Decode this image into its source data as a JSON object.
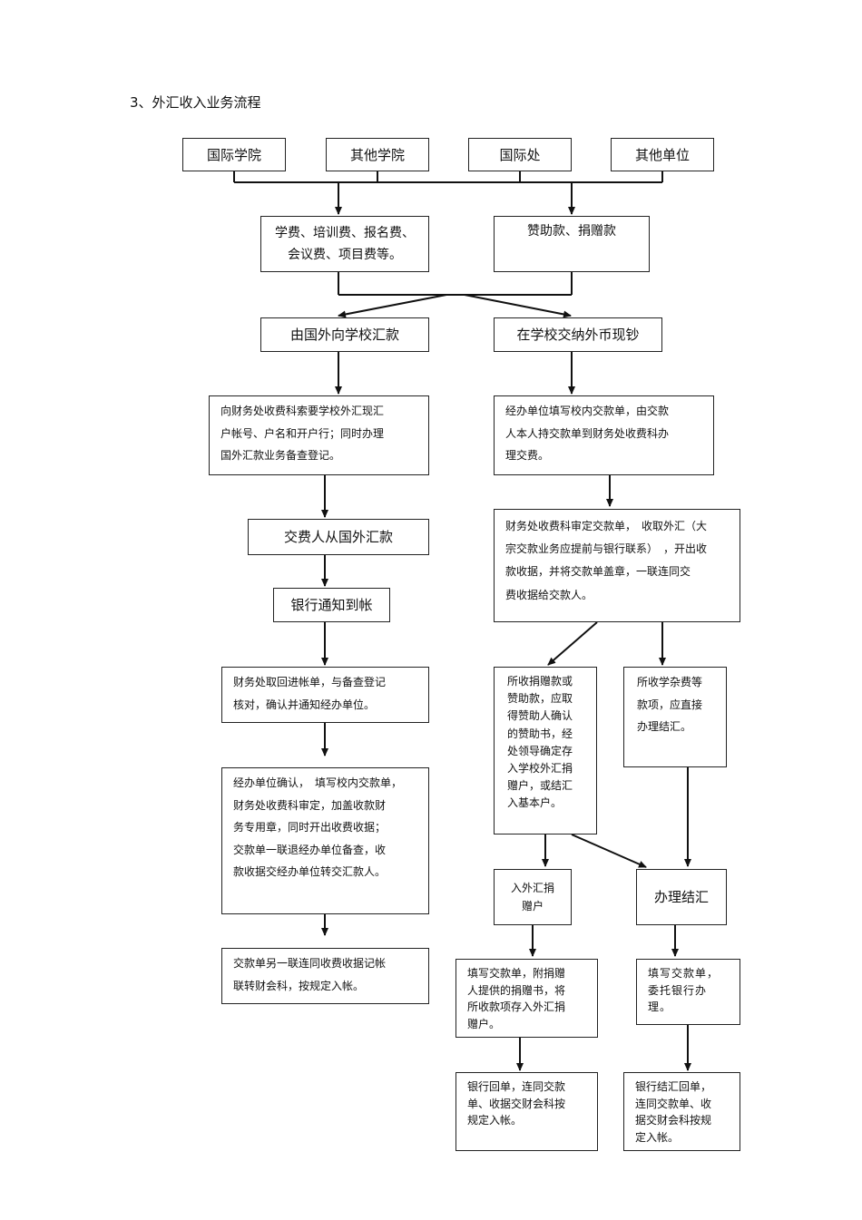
{
  "heading": "3、外汇收入业务流程",
  "sources": [
    "国际学院",
    "其他学院",
    "国际处",
    "其他单位"
  ],
  "fees_box": "学费、培训费、报名费、\n会议费、项目费等。",
  "sponsor_box": "赞助款、捐赠款",
  "left_branch": {
    "remit": "由国外向学校汇款",
    "request": "向财务处收费科索要学校外汇现汇\n户帐号、户名和开户行；同时办理\n国外汇款业务备查登记。",
    "payer_remit": "交费人从国外汇款",
    "bank_notice": "银行通知到帐",
    "finance_check": "财务处取回进帐单，与备查登记\n核对，确认并通知经办单位。",
    "unit_confirm": "经办单位确认，　填写校内交款单，\n财务处收费科审定，加盖收款财\n务专用章，同时开出收费收据；\n交款单一联退经办单位备查，收\n款收据交经办单位转交汇款人。",
    "final": "交款单另一联连同收费收据记帐\n联转财会科，按规定入帐。"
  },
  "right_branch": {
    "cash": "在学校交纳外币现钞",
    "fill_form": "经办单位填写校内交款单，由交款\n人本人持交款单到财务处收费科办\n理交费。",
    "finance_review": "财务处收费科审定交款单，　收取外汇（大\n宗交款业务应提前与银行联系）　，开出收\n款收据，并将交款单盖章，一联连同交\n费收据给交款人。",
    "donation": "所收捐赠款或\n赞助款，应取\n得赞助人确认\n的赞助书，经\n处领导确定存\n入学校外汇捐\n赠户，或结汇\n入基本户。",
    "tuition": "所收学杂费等\n款项，应直接\n办理结汇。",
    "to_donation_acct": "入外汇捐\n赠户",
    "settle": "办理结汇",
    "fill_donation": "填写交款单，附捐赠\n人提供的捐赠书，将\n所收款项存入外汇捐\n赠户。",
    "fill_settle": "填写交款单，\n委托银行办\n理。",
    "bank_receipt": "银行回单，连同交款\n单、收据交财会科按\n规定入帐。",
    "settle_receipt": "银行结汇回单，\n连同交款单、收\n据交财会科按规\n定入帐。"
  }
}
